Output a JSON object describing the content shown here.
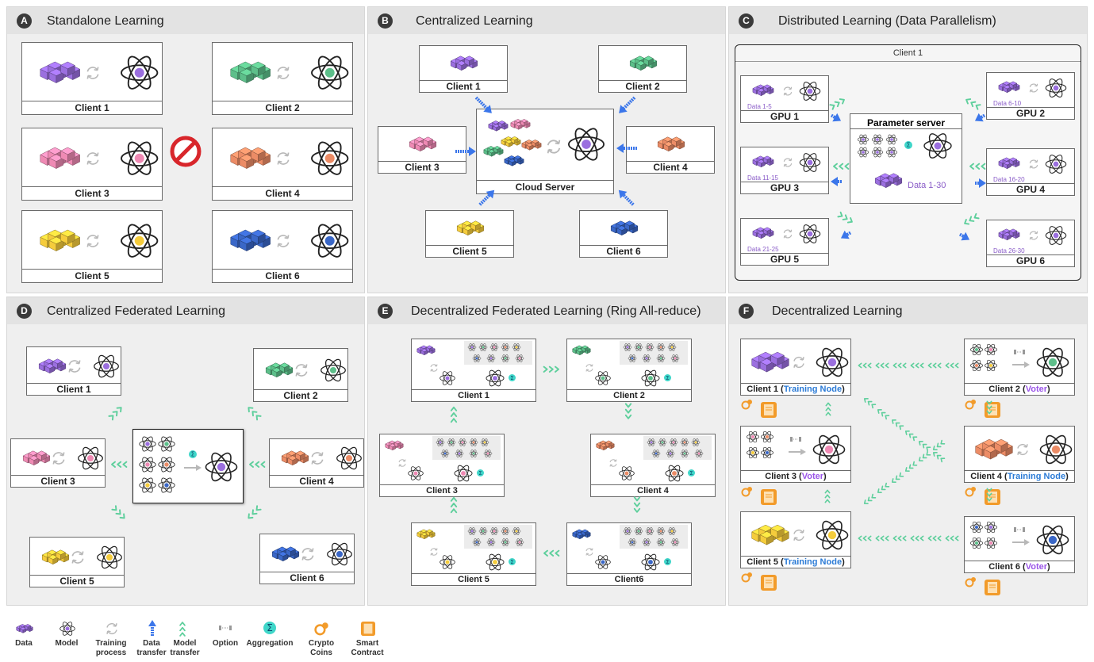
{
  "colors": {
    "purple": "#9b6fdf",
    "green": "#5dbf8a",
    "pink": "#ef8ab4",
    "orange": "#ec8c66",
    "yellow": "#f5cc3c",
    "blue": "#3a67c7",
    "arrow_blue": "#3b76ea",
    "model_transfer_green": "#5ecf9c",
    "highlight_blue": "#2b7bd6",
    "highlight_purple": "#9b55e8",
    "coin_orange": "#f29b2a"
  },
  "panels": {
    "A": {
      "letter": "A",
      "title": "Standalone Learning",
      "clients": [
        "Client 1",
        "Client 2",
        "Client 3",
        "Client 4",
        "Client 5",
        "Client 6"
      ]
    },
    "B": {
      "letter": "B",
      "title": "Centralized Learning",
      "clients": [
        "Client 1",
        "Client 2",
        "Client 3",
        "Client 4",
        "Client 5",
        "Client 6"
      ],
      "server": "Cloud Server"
    },
    "C": {
      "letter": "C",
      "title": "Distributed Learning (Data Parallelism)",
      "outer_label": "Client 1",
      "server": "Parameter server",
      "server_data": "Data 1-30",
      "gpus": [
        {
          "name": "GPU 1",
          "data": "Data 1-5"
        },
        {
          "name": "GPU 2",
          "data": "Data 6-10"
        },
        {
          "name": "GPU 3",
          "data": "Data 11-15"
        },
        {
          "name": "GPU 4",
          "data": "Data 16-20"
        },
        {
          "name": "GPU 5",
          "data": "Data 21-25"
        },
        {
          "name": "GPU 6",
          "data": "Data 26-30"
        }
      ]
    },
    "D": {
      "letter": "D",
      "title": "Centralized Federated Learning",
      "clients": [
        "Client 1",
        "Client 2",
        "Client 3",
        "Client 4",
        "Client 5",
        "Client 6"
      ]
    },
    "E": {
      "letter": "E",
      "title": "Decentralized Federated Learning (Ring All-reduce)",
      "clients": [
        "Client 1",
        "Client 2",
        "Client 3",
        "Client 4",
        "Client 5",
        "Client6"
      ]
    },
    "F": {
      "letter": "F",
      "title": "Decentralized Learning",
      "nodes": [
        {
          "name": "Client 1",
          "open": " (",
          "role": "Training Node",
          "close": ")"
        },
        {
          "name": "Client 2",
          "open": " (",
          "role": "Voter",
          "close": ")"
        },
        {
          "name": "Client 3",
          "open": " (",
          "role": "Voter",
          "close": ")"
        },
        {
          "name": "Client 4",
          "open": " (",
          "role": "Training Node",
          "close": ")"
        },
        {
          "name": "Client 5",
          "open": " (",
          "role": "Training Node",
          "close": ")"
        },
        {
          "name": "Client 6",
          "open": " (",
          "role": "Voter",
          "close": ")"
        }
      ]
    }
  },
  "legend": [
    {
      "icon": "data-cube-icon",
      "line1": "Data",
      "line2": ""
    },
    {
      "icon": "model-atom-icon",
      "line1": "Model",
      "line2": ""
    },
    {
      "icon": "training-cycle-icon",
      "line1": "Training",
      "line2": "process"
    },
    {
      "icon": "data-transfer-arrow-icon",
      "line1": "Data",
      "line2": "transfer"
    },
    {
      "icon": "model-transfer-chevrons-icon",
      "line1": "Model",
      "line2": "transfer"
    },
    {
      "icon": "option-icon",
      "line1": "Option",
      "line2": ""
    },
    {
      "icon": "aggregation-sigma-icon",
      "line1": "Aggregation",
      "line2": ""
    },
    {
      "icon": "crypto-coins-icon",
      "line1": "Crypto",
      "line2": "Coins"
    },
    {
      "icon": "smart-contract-icon",
      "line1": "Smart",
      "line2": "Contract"
    }
  ]
}
